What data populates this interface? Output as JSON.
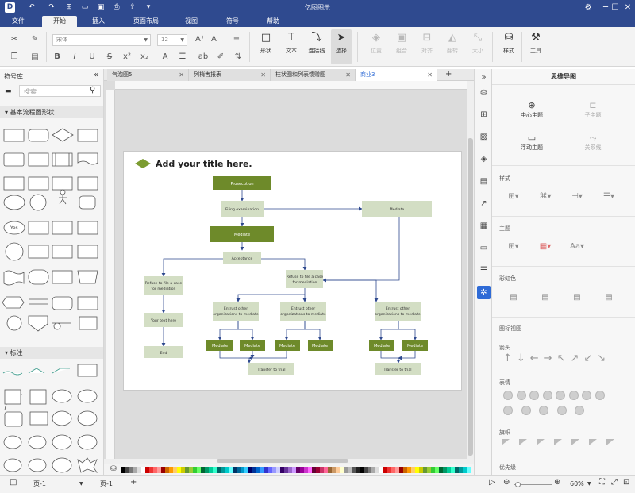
{
  "app": {
    "title": "亿图图示"
  },
  "menu_tabs": [
    "文件",
    "开始",
    "插入",
    "页面布局",
    "视图",
    "符号",
    "帮助"
  ],
  "active_menu_tab": "开始",
  "toolbar": {
    "font_family": "宋体",
    "font_size": "12",
    "tools": {
      "shape": "形状",
      "text": "文本",
      "connector": "连接线",
      "select": "选择"
    },
    "arrange": {
      "position": "位置",
      "group": "组合",
      "align": "对齐",
      "flip": "翻转",
      "size": "大小"
    },
    "style": "样式",
    "tools_menu": "工具"
  },
  "library": {
    "title": "符号库",
    "search_placeholder": "搜索",
    "section_flowchart": "基本流程图形状",
    "section_annotation": "标注"
  },
  "doc_tabs": [
    {
      "label": "气泡图5",
      "active": false
    },
    {
      "label": "列梢售报表",
      "active": false
    },
    {
      "label": "柱状图和列表馈赠图",
      "active": false
    },
    {
      "label": "商业3",
      "active": true
    }
  ],
  "diagram": {
    "title": "Add your title here.",
    "nodes": {
      "prosecution": "Prosecution",
      "filing": "Filing examination",
      "mediate_right": "Mediate",
      "mediate_main": "Mediate",
      "acceptance": "Acceptance",
      "refuse_left": "Refuse to file a case for mediation",
      "refuse_right": "Refuse to file a case for mediation",
      "your_text": "Your text here",
      "end": "End",
      "entrust_1": "Entrust other organizations to mediate",
      "entrust_2": "Entrust other organizations to mediate",
      "entrust_3": "Entrust other organizations to mediate",
      "med_1": "Mediate",
      "med_2": "Mediate",
      "med_3": "Mediate",
      "med_4": "Mediate",
      "med_5": "Mediate",
      "med_6": "Mediate",
      "transfer_1": "Transfer to trial",
      "transfer_2": "Transfer to trial"
    },
    "colors": {
      "dark_green": "#6e8a2a",
      "light_green": "#d3dec4",
      "title_diamond": "#7c9c31",
      "connector": "#2f4a8f"
    }
  },
  "right_panel": {
    "title": "思维导图",
    "buttons": {
      "central": "中心主题",
      "sub": "子主题",
      "floating": "浮动主题",
      "relation": "关系线"
    },
    "sec_style": "样式",
    "sec_theme": "主题",
    "sec_rainbow": "彩虹色",
    "sec_icon_view": "图标视图",
    "sec_arrow": "箭头",
    "sec_emoji": "表情",
    "sec_flag": "旗帜",
    "sec_priority": "优先级"
  },
  "status": {
    "page_selector": "页-1",
    "page_tab": "页-1",
    "add_page": "+",
    "zoom": "60%"
  }
}
